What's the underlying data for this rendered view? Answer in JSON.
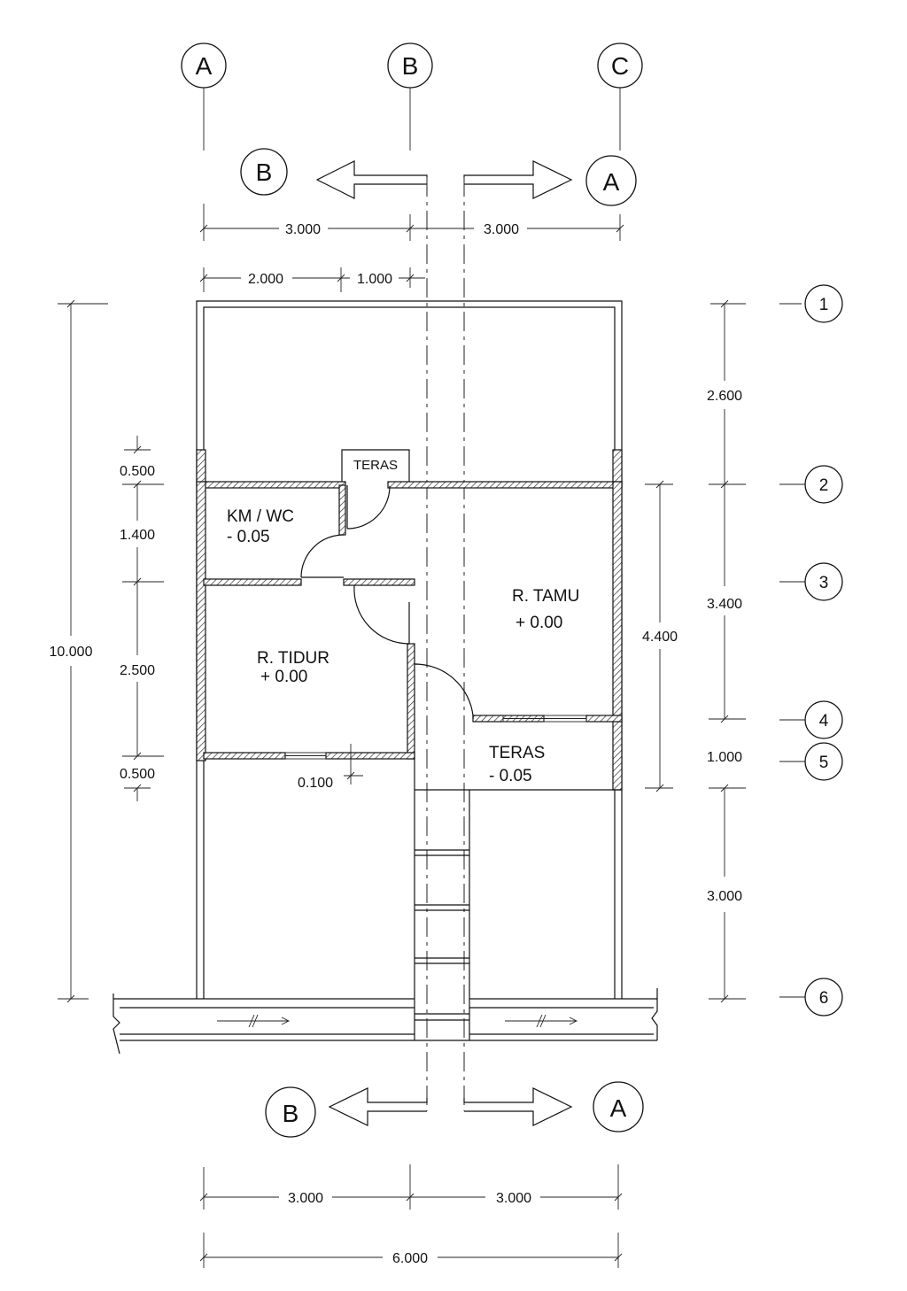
{
  "grid": {
    "columns": [
      "A",
      "B",
      "C"
    ],
    "rows": [
      "1",
      "2",
      "3",
      "4",
      "5",
      "6"
    ]
  },
  "sections": {
    "top_left": "B",
    "top_right": "A",
    "bottom_left": "B",
    "bottom_right": "A"
  },
  "dimensions": {
    "top": [
      "3.000",
      "3.000"
    ],
    "top_sub": [
      "2.000",
      "1.000"
    ],
    "bottom": [
      "3.000",
      "3.000"
    ],
    "overall_width": "6.000",
    "overall_length": "10.000",
    "left": [
      "0.500",
      "1.400",
      "2.500",
      "0.500"
    ],
    "window_offset": "0.100",
    "right": [
      "2.600",
      "3.400",
      "1.000",
      "3.000"
    ],
    "right_inner": "4.400"
  },
  "rooms": {
    "teras_top": "TERAS",
    "kmwc_name": "KM / WC",
    "kmwc_level": "- 0.05",
    "tidur_name": "R. TIDUR",
    "tidur_level": "+ 0.00",
    "tamu_name": "R. TAMU",
    "tamu_level": "+ 0.00",
    "teras_name": "TERAS",
    "teras_level": "- 0.05"
  }
}
